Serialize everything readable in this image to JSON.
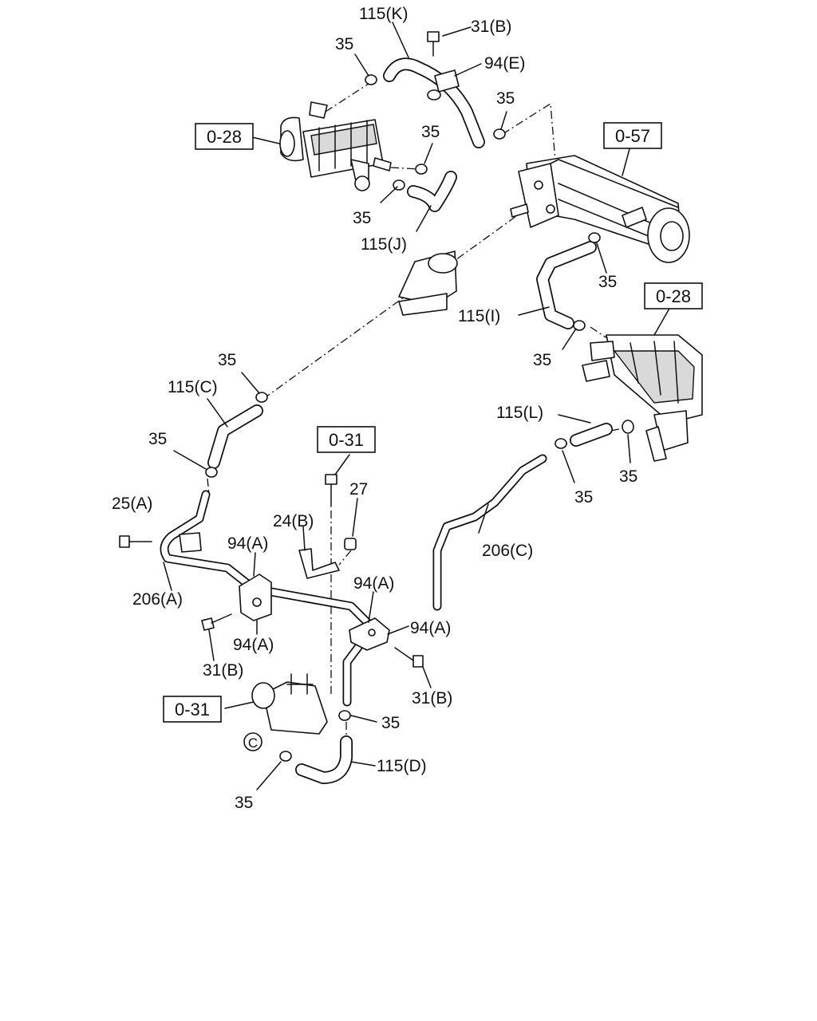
{
  "diagram": {
    "references": {
      "ref_028_top": "0-28",
      "ref_057": "0-57",
      "ref_028_right": "0-28",
      "ref_031_mid": "0-31",
      "ref_031_bottom": "0-31"
    },
    "labels": {
      "hose_115k": "115(K)",
      "bolt_31b_top": "31(B)",
      "bracket_94e": "94(E)",
      "clip_35_a": "35",
      "clip_35_b": "35",
      "clip_35_c": "35",
      "clip_35_d": "35",
      "hose_115j": "115(J)",
      "clip_35_e": "35",
      "hose_115i": "115(I)",
      "clip_35_f": "35",
      "clip_35_g": "35",
      "hose_115c": "115(C)",
      "clip_35_h": "35",
      "hose_115l": "115(L)",
      "clip_35_i": "35",
      "clip_35_j": "35",
      "bolt_25a": "25(A)",
      "nut_27": "27",
      "bracket_24b": "24(B)",
      "bracket_94a_1": "94(A)",
      "pipe_206c": "206(C)",
      "pipe_206a": "206(A)",
      "bracket_94a_2": "94(A)",
      "bracket_94a_3": "94(A)",
      "bracket_94a_4": "94(A)",
      "bolt_31b_left": "31(B)",
      "bolt_31b_right": "31(B)",
      "clip_35_k": "35",
      "connector_c": "C",
      "hose_115d": "115(D)",
      "clip_35_l": "35"
    }
  }
}
